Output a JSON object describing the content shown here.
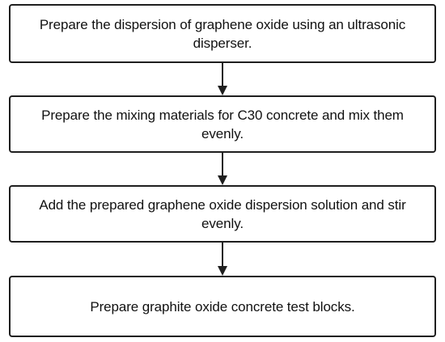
{
  "flowchart": {
    "steps": [
      {
        "text": "Prepare the dispersion of graphene oxide using an ultrasonic disperser."
      },
      {
        "text": "Prepare the mixing materials for C30 concrete and mix them evenly."
      },
      {
        "text": "Add the prepared graphene oxide dispersion solution and stir evenly."
      },
      {
        "text": "Prepare graphite oxide concrete test blocks."
      }
    ],
    "colors": {
      "stroke": "#1f1f1f",
      "text": "#111111",
      "background": "#ffffff"
    }
  }
}
